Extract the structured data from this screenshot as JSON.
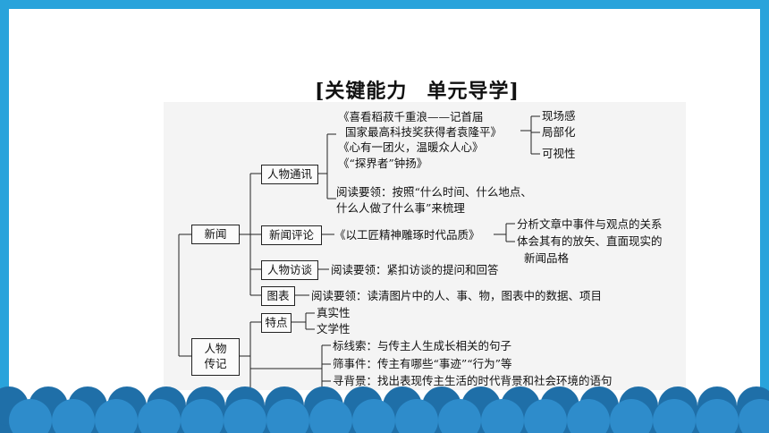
{
  "title": {
    "bracket_open": "[",
    "part1": "关键能力",
    "part2": "单元导学",
    "bracket_close": "]"
  },
  "tree": {
    "news": {
      "label": "新闻",
      "tongxun": {
        "label": "人物通讯",
        "articles": [
          "《喜看稻菽千重浪——记首届",
          "国家最高科技奖获得者袁隆平》",
          "《心有一团火，温暖众人心》",
          "《“探界者”钟扬》"
        ],
        "features": [
          "现场感",
          "局部化",
          "可视性"
        ],
        "reading": [
          "阅读要领：按照“什么时间、什么地点、",
          "什么人做了什么事”来梳理"
        ]
      },
      "pinglun": {
        "label": "新闻评论",
        "article": "《以工匠精神雕琢时代品质》",
        "points": [
          "分析文章中事件与观点的关系",
          "体会其有的放矢、直面现实的",
          "新闻品格"
        ]
      },
      "fangtan": {
        "label": "人物访谈",
        "reading": "阅读要领：紧扣访谈的提问和回答"
      },
      "tubiao": {
        "label": "图表",
        "reading": "阅读要领：读清图片中的人、事、物，图表中的数据、项目"
      }
    },
    "biography": {
      "label_line1": "人物",
      "label_line2": "传记",
      "tedian": {
        "label": "特点",
        "items": [
          "真实性",
          "文学性"
        ]
      },
      "methods": [
        "标线索：与传主人生成长相关的句子",
        "筛事件：传主有哪些“事迹”“行为”等",
        "寻背景：找出表现传主生活的时代背景和社会环境的语句"
      ]
    }
  },
  "colors": {
    "frame": "#29a3db",
    "wave_dark": "#1f6fa8",
    "wave_light": "#2e8ccb",
    "panel": "#f4f4f4"
  }
}
